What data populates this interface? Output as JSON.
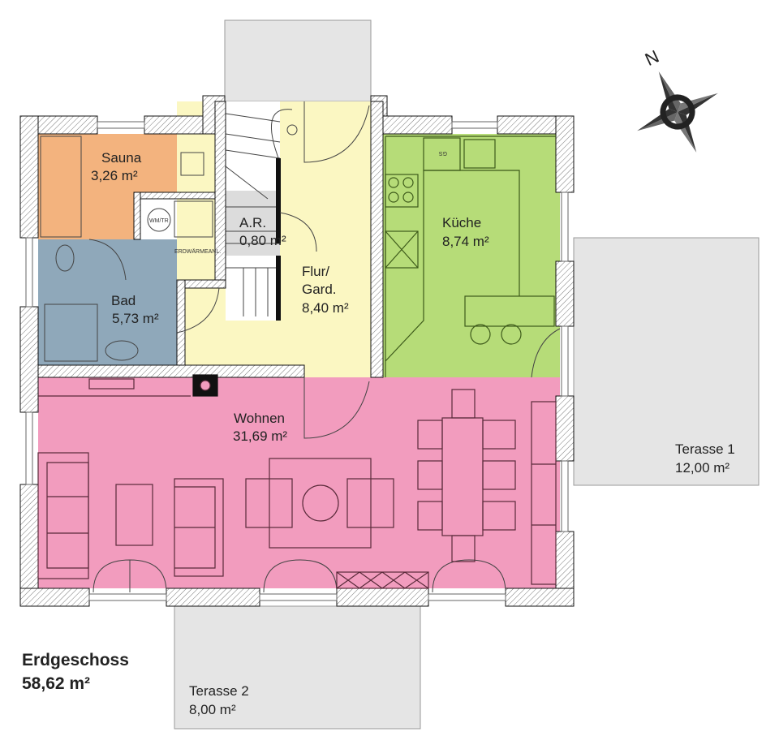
{
  "plan": {
    "title": "Erdgeschoss",
    "total_area": "58,62 m²",
    "rooms": [
      {
        "name": "Sauna",
        "area": "3,26 m²",
        "color": "#f3b37e"
      },
      {
        "name": "Bad",
        "area": "5,73 m²",
        "color": "#8fa8ba"
      },
      {
        "name": "A.R.",
        "area": "0,80 m²",
        "color": "#dcdcdc"
      },
      {
        "name": "Flur/",
        "name2": "Gard.",
        "area": "8,40 m²",
        "color": "#fbf7c2"
      },
      {
        "name": "Küche",
        "area": "8,74 m²",
        "color": "#b6dc78"
      },
      {
        "name": "Wohnen",
        "area": "31,69 m²",
        "color": "#f29cbe"
      }
    ],
    "terraces": [
      {
        "name": "Terasse 1",
        "area": "12,00 m²"
      },
      {
        "name": "Terasse 2",
        "area": "8,00 m²"
      }
    ],
    "terrace_color": "#e5e5e5",
    "fixtures": {
      "washer": "WM/TR",
      "geothermal": "ERDWÄRMEANL.",
      "dishwasher": "GS"
    },
    "compass": {
      "label": "N",
      "icon": "compass-rose-icon"
    }
  }
}
